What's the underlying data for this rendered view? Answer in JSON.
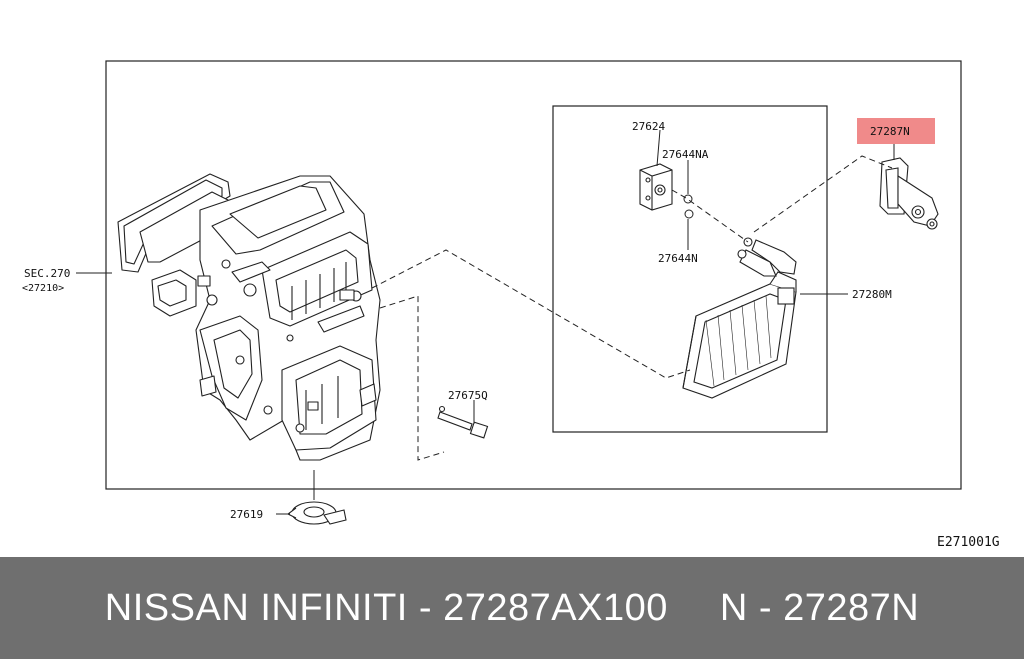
{
  "labels": {
    "sec": "SEC.270",
    "sec_ref": "<27210>",
    "p27624": "27624",
    "p27644na": "27644NA",
    "p27644n": "27644N",
    "p27280m": "27280M",
    "p27287n": "27287N",
    "p27675q": "27675Q",
    "p27619": "27619",
    "drawing_code": "E271001G"
  },
  "highlight_color": "#f08a8a",
  "footer": {
    "left": "NISSAN INFINITI - 27287AX100",
    "right": "N - 27287N"
  }
}
